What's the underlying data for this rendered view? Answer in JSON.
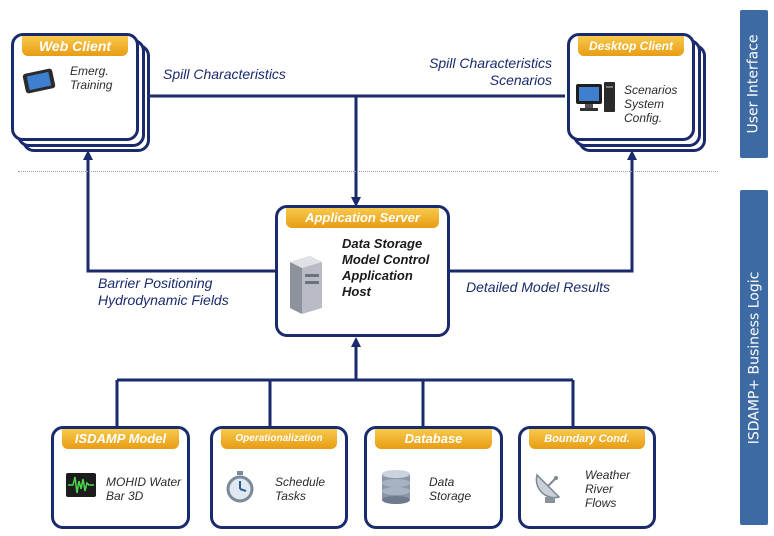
{
  "side_tabs": {
    "top": "User Interface",
    "bottom": "ISDAMP+ Business Logic"
  },
  "web_client": {
    "title": "Web Client",
    "lines": [
      "Emerg.",
      "Training"
    ],
    "icon": "tablet-icon"
  },
  "desktop_client": {
    "title": "Desktop Client",
    "lines": [
      "Scenarios",
      "System",
      "Config."
    ],
    "icon": "desktop-computer-icon"
  },
  "application_server": {
    "title": "Application Server",
    "lines": [
      "Data Storage",
      "Model Control",
      "Application",
      "Host"
    ],
    "icon": "server-icon"
  },
  "labels": {
    "spill_left": "Spill Characteristics",
    "spill_right": [
      "Spill Characteristics",
      "Scenarios"
    ],
    "barrier": [
      "Barrier Positioning",
      "Hydrodynamic Fields"
    ],
    "results": "Detailed Model Results"
  },
  "modules": [
    {
      "title": "ISDAMP Model",
      "lines": [
        "MOHID Water",
        "Bar 3D"
      ],
      "icon": "waveform-icon"
    },
    {
      "title": "Operationalization",
      "lines": [
        "Schedule",
        "Tasks"
      ],
      "icon": "stopwatch-icon"
    },
    {
      "title": "Database",
      "lines": [
        "Data",
        "Storage"
      ],
      "icon": "database-icon"
    },
    {
      "title": "Boundary Cond.",
      "lines": [
        "Weather",
        "River",
        "Flows"
      ],
      "icon": "satellite-dish-icon"
    }
  ],
  "colors": {
    "line": "#1a2a6c",
    "title_gradient_top": "#f7c94c",
    "title_gradient_bottom": "#e89c14",
    "side_tab": "#3e6aa3"
  }
}
